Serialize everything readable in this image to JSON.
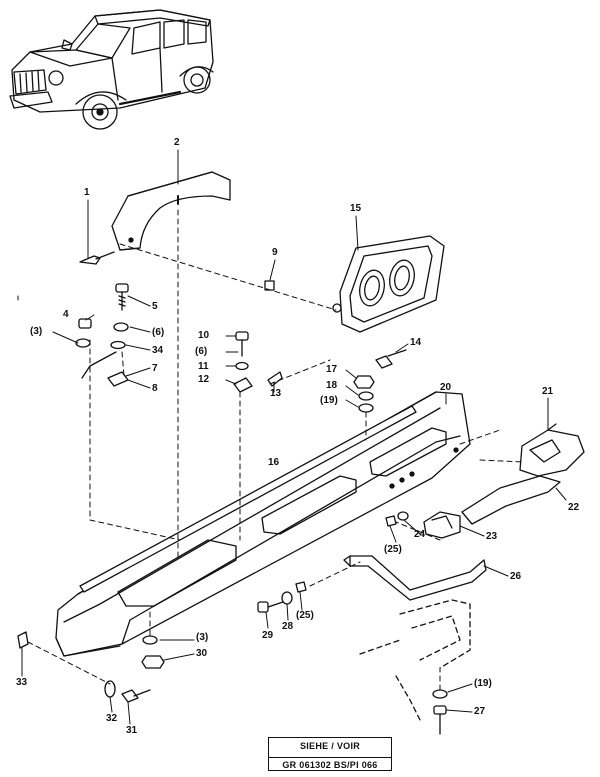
{
  "callouts": [
    {
      "id": "1",
      "text": "1"
    },
    {
      "id": "2",
      "text": "2"
    },
    {
      "id": "3a",
      "text": "(3)"
    },
    {
      "id": "3b",
      "text": "(3)"
    },
    {
      "id": "4",
      "text": "4"
    },
    {
      "id": "5",
      "text": "5"
    },
    {
      "id": "6a",
      "text": "(6)"
    },
    {
      "id": "6b",
      "text": "(6)"
    },
    {
      "id": "7",
      "text": "7"
    },
    {
      "id": "8",
      "text": "8"
    },
    {
      "id": "9",
      "text": "9"
    },
    {
      "id": "10",
      "text": "10"
    },
    {
      "id": "11",
      "text": "11"
    },
    {
      "id": "12",
      "text": "12"
    },
    {
      "id": "13",
      "text": "13"
    },
    {
      "id": "14",
      "text": "14"
    },
    {
      "id": "15",
      "text": "15"
    },
    {
      "id": "16",
      "text": "16"
    },
    {
      "id": "17",
      "text": "17"
    },
    {
      "id": "18",
      "text": "18"
    },
    {
      "id": "19a",
      "text": "(19)"
    },
    {
      "id": "19b",
      "text": "(19)"
    },
    {
      "id": "20",
      "text": "20"
    },
    {
      "id": "21",
      "text": "21"
    },
    {
      "id": "22",
      "text": "22"
    },
    {
      "id": "23",
      "text": "23"
    },
    {
      "id": "24",
      "text": "24"
    },
    {
      "id": "25a",
      "text": "(25)"
    },
    {
      "id": "25b",
      "text": "(25)"
    },
    {
      "id": "26",
      "text": "26"
    },
    {
      "id": "27",
      "text": "27"
    },
    {
      "id": "28",
      "text": "28"
    },
    {
      "id": "29",
      "text": "29"
    },
    {
      "id": "30",
      "text": "30"
    },
    {
      "id": "31",
      "text": "31"
    },
    {
      "id": "32",
      "text": "32"
    },
    {
      "id": "33",
      "text": "33"
    },
    {
      "id": "34",
      "text": "34"
    }
  ],
  "reference_box": {
    "line1": "SIEHE / VOIR",
    "line2": "GR  061302  BS/PI 066"
  }
}
